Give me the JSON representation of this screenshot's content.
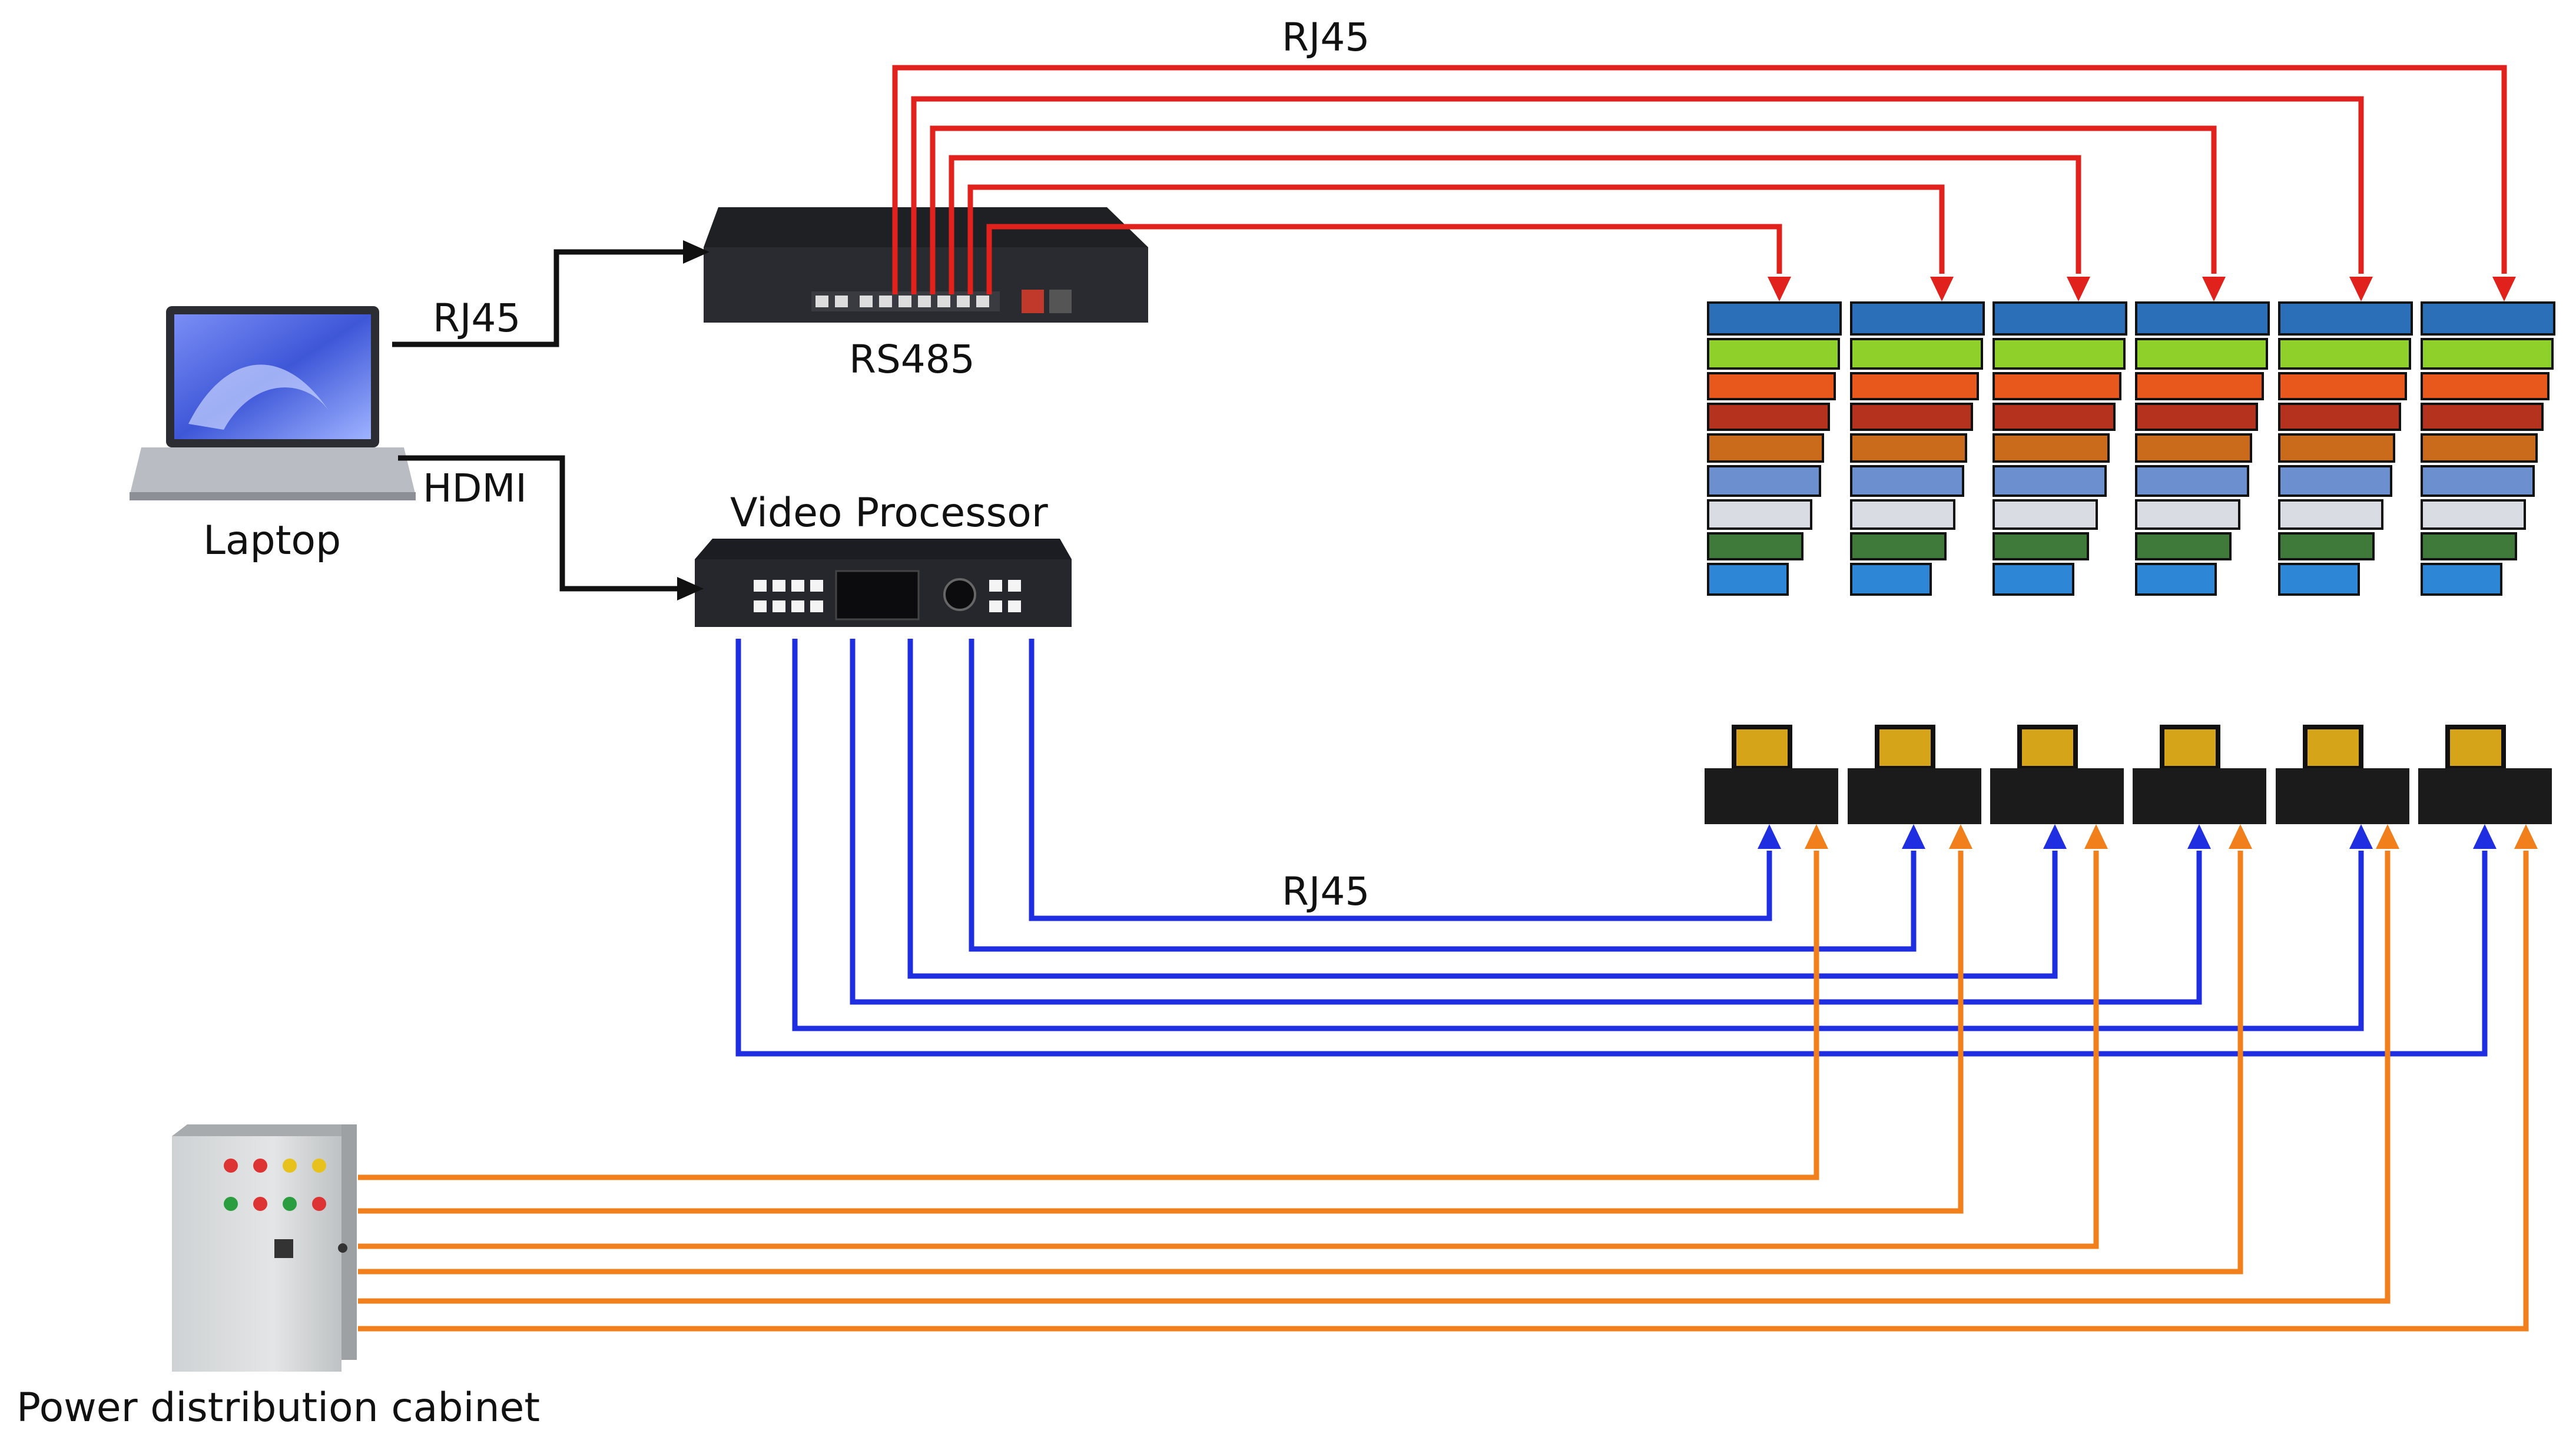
{
  "labels": {
    "rj45_top": "RJ45",
    "rj45_laptop": "RJ45",
    "rs485": "RS485",
    "laptop": "Laptop",
    "hdmi": "HDMI",
    "video_processor": "Video Processor",
    "rj45_bottom": "RJ45",
    "power_cabinet": "Power distribution cabinet"
  },
  "colors": {
    "control_link": "#e0211c",
    "video_link": "#1f2ee0",
    "power_link": "#f07f1c",
    "laptop_link": "#111111"
  },
  "display_units": {
    "count": 6,
    "panel_rows": 9
  }
}
